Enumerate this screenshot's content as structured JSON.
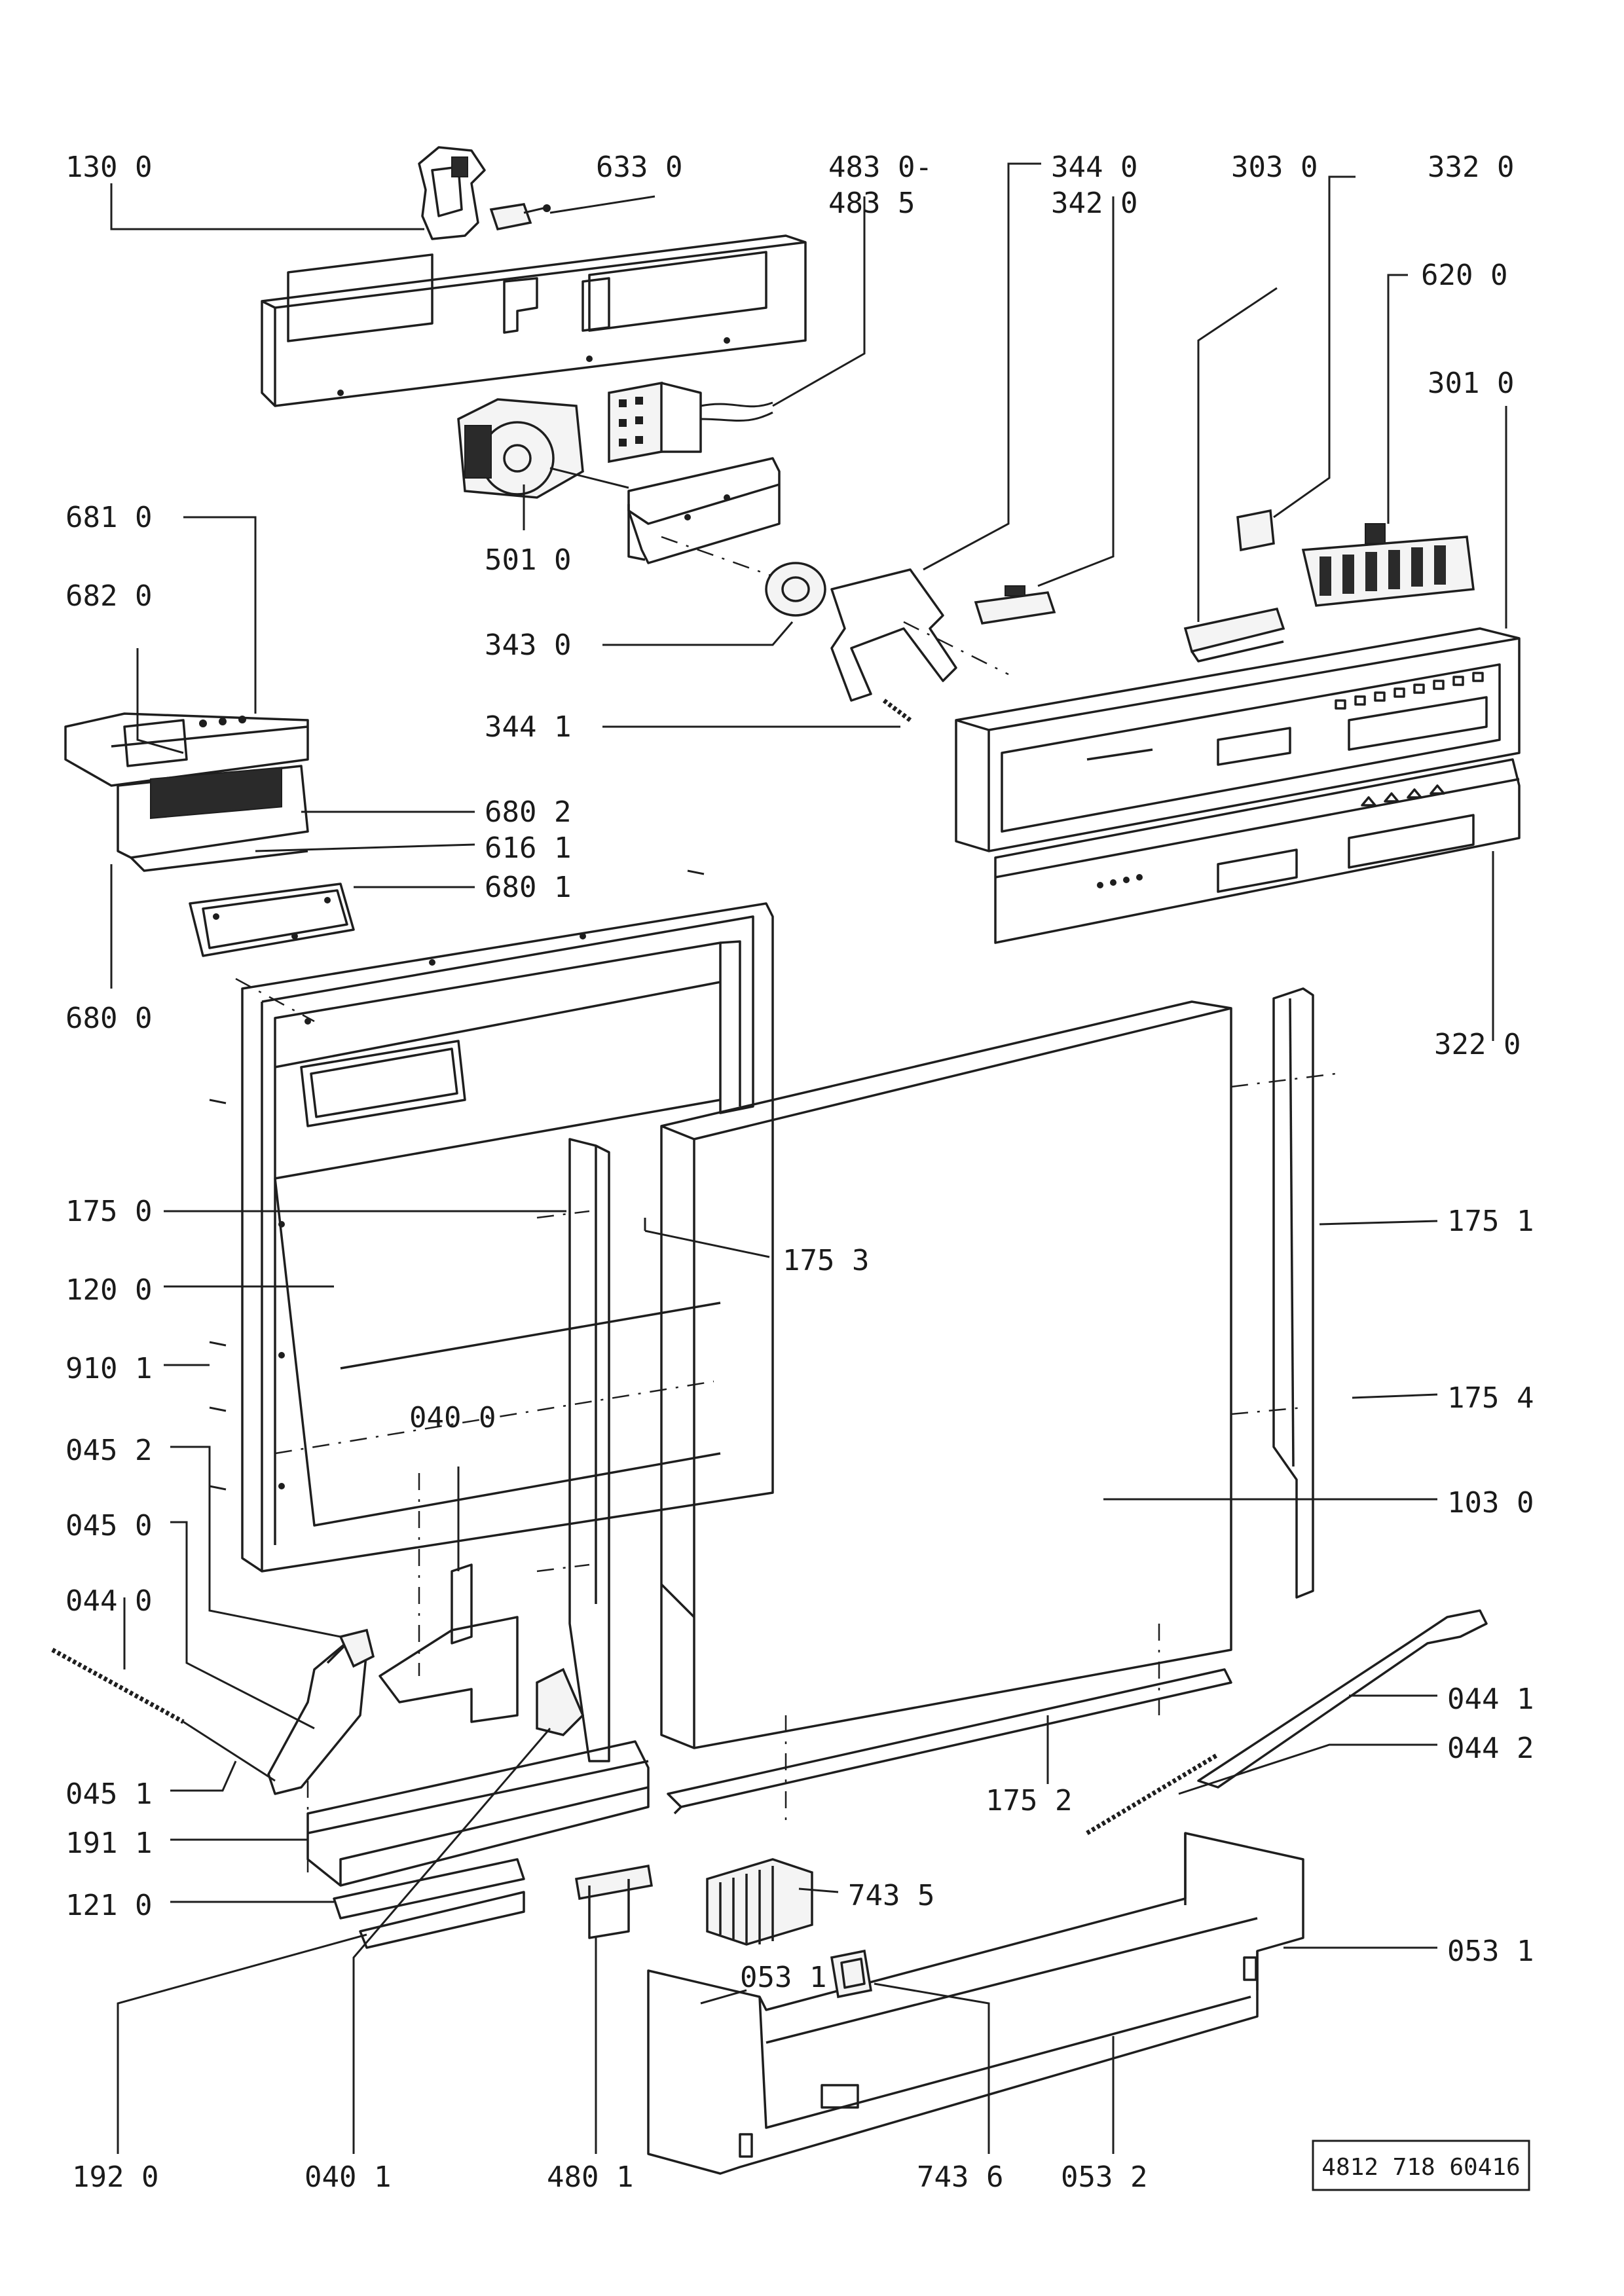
{
  "labels": {
    "l1300": "130 0",
    "l6330": "633 0",
    "l4830": "483 0-",
    "l4835": "483 5",
    "l3440": "344 0",
    "l3420": "342 0",
    "l3030": "303 0",
    "l3320": "332 0",
    "l6200": "620 0",
    "l3010": "301 0",
    "l6810": "681 0",
    "l6820": "682 0",
    "l5010": "501 0",
    "l3430": "343 0",
    "l3441": "344 1",
    "l6802": "680 2",
    "l6161": "616 1",
    "l6801": "680 1",
    "l6800": "680 0",
    "l3220": "322 0",
    "l1750": "175 0",
    "l1753": "175 3",
    "l1751": "175 1",
    "l1200": "120 0",
    "l9101": "910 1",
    "l0400": "040 0",
    "l1754": "175 4",
    "l0452": "045 2",
    "l0450": "045 0",
    "l1030": "103 0",
    "l0440": "044 0",
    "l0441": "044 1",
    "l0442": "044 2",
    "l0451": "045 1",
    "l1752": "175 2",
    "l1911": "191 1",
    "l7435": "743 5",
    "l1210": "121 0",
    "l0531r": "053 1",
    "l0531l": "053 1",
    "l1920": "192 0",
    "l0401": "040 1",
    "l4801": "480 1",
    "l7436": "743 6",
    "l0532": "053 2"
  },
  "reference_number": "4812 718 60416",
  "icons": [
    "exploded-parts-drawing"
  ]
}
